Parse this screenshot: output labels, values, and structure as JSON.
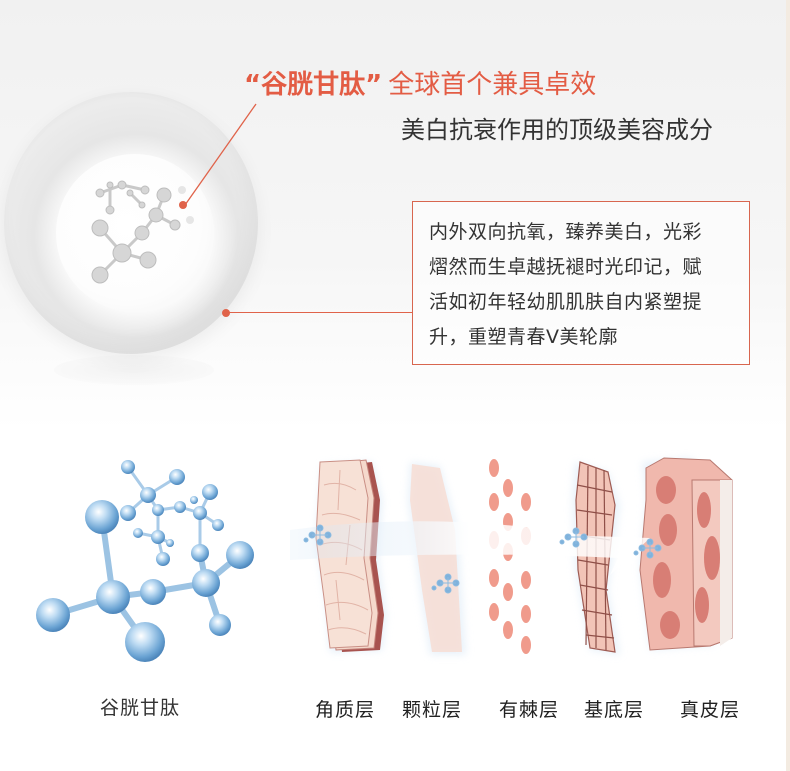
{
  "header": {
    "title_quoted": "“谷胱甘肽”",
    "title_rest": "全球首个兼具卓效",
    "subtitle": "美白抗衰作用的顶级美容成分"
  },
  "callout": {
    "lines": [
      "内外双向抗氧，臻养美白，光彩",
      "熠然而生卓越抚褪时光印记，赋",
      "活如初年轻幼肌肌肤自内紧塑提",
      "升，重塑青春V美轮廓"
    ]
  },
  "molecule": {
    "label": "谷胱甘肽"
  },
  "skin_layers": [
    {
      "label": "角质层"
    },
    {
      "label": "颗粒层"
    },
    {
      "label": "有棘层"
    },
    {
      "label": "基底层"
    },
    {
      "label": "真皮层"
    }
  ],
  "colors": {
    "accent": "#e35c44",
    "text": "#333333",
    "molecule_blue": "#7fb2dc",
    "skin_pink": "#f0b6a8"
  }
}
